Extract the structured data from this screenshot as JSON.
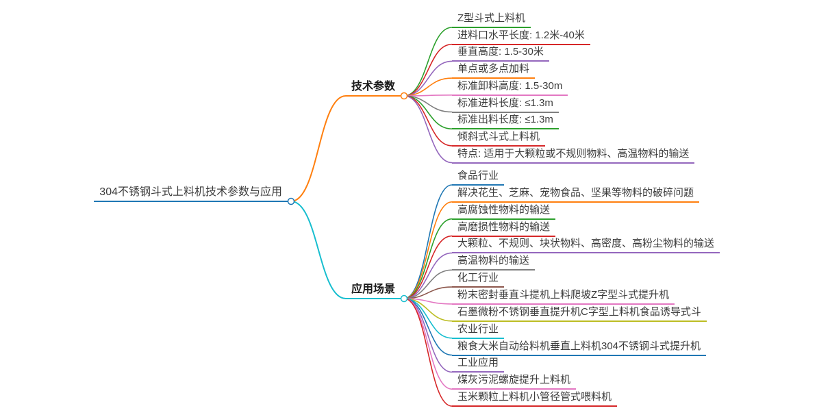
{
  "root": {
    "label": "304不锈钢斗式上料机技术参数与应用",
    "color": "#1f77b4"
  },
  "branches": [
    {
      "label": "技术参数",
      "color": "#ff7f0e",
      "children": [
        {
          "label": "Z型斗式上料机",
          "color": "#2ca02c"
        },
        {
          "label": "进料口水平长度: 1.2米-40米",
          "color": "#d62728"
        },
        {
          "label": "垂直高度: 1.5-30米",
          "color": "#9467bd"
        },
        {
          "label": "单点或多点加料",
          "color": "#ff7f0e"
        },
        {
          "label": "标准卸料高度: 1.5-30m",
          "color": "#e377c2"
        },
        {
          "label": "标准进料长度: ≤1.3m",
          "color": "#7f7f7f"
        },
        {
          "label": "标准出料长度: ≤1.3m",
          "color": "#2ca02c"
        },
        {
          "label": "倾斜式斗式上料机",
          "color": "#d62728"
        },
        {
          "label": "特点: 适用于大颗粒或不规则物料、高温物料的输送",
          "color": "#9467bd"
        }
      ]
    },
    {
      "label": "应用场景",
      "color": "#17becf",
      "children": [
        {
          "label": "食品行业",
          "color": "#1f77b4"
        },
        {
          "label": "解决花生、芝麻、宠物食品、坚果等物料的破碎问题",
          "color": "#ff7f0e"
        },
        {
          "label": "高腐蚀性物料的输送",
          "color": "#2ca02c"
        },
        {
          "label": "高磨损性物料的输送",
          "color": "#d62728"
        },
        {
          "label": "大颗粒、不规则、块状物料、高密度、高粉尘物料的输送",
          "color": "#9467bd"
        },
        {
          "label": "高温物料的输送",
          "color": "#7f7f7f"
        },
        {
          "label": "化工行业",
          "color": "#8c564b"
        },
        {
          "label": "粉末密封垂直斗提机上料爬坡Z字型斗式提升机",
          "color": "#e377c2"
        },
        {
          "label": "石墨微粉不锈钢垂直提升机C字型上料机食品诱导式斗",
          "color": "#bcbd22"
        },
        {
          "label": "农业行业",
          "color": "#17becf"
        },
        {
          "label": "粮食大米自动给料机垂直上料机304不锈钢斗式提升机",
          "color": "#1f77b4"
        },
        {
          "label": "工业应用",
          "color": "#9467bd"
        },
        {
          "label": "煤灰污泥螺旋提升上料机",
          "color": "#e377c2"
        },
        {
          "label": "玉米颗粒上料机小管径管式喂料机",
          "color": "#d62728"
        }
      ]
    }
  ]
}
